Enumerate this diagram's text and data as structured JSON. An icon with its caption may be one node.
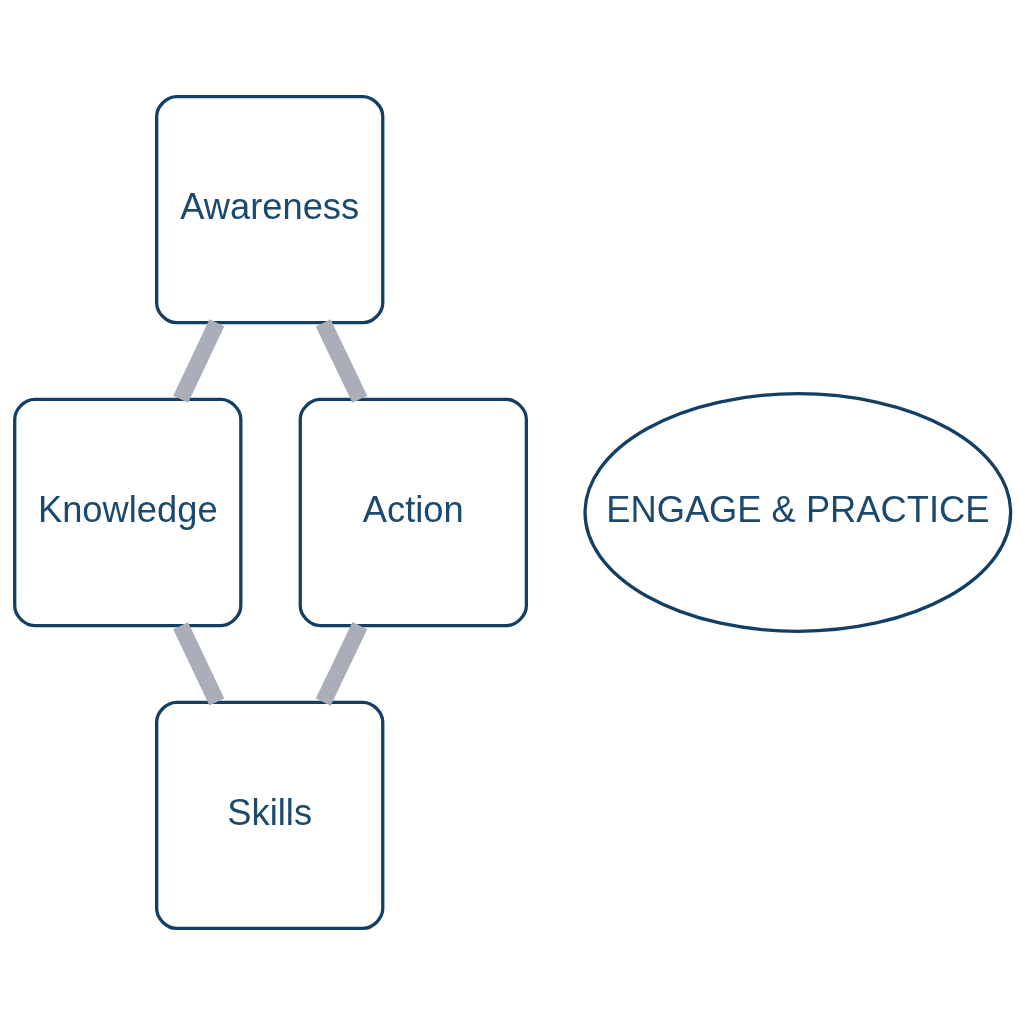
{
  "diagram": {
    "nodes": [
      {
        "text": [
          "Awareness"
        ]
      },
      {
        "text": [
          "Knowledge"
        ]
      },
      {
        "text": [
          "Skills"
        ]
      },
      {
        "text": [
          "Action"
        ]
      },
      {
        "text": [
          "ENGAGE & PRACTICE"
        ]
      }
    ],
    "edges": [
      {
        "from": 0,
        "to": 1,
        "arrow": "none"
      },
      {
        "from": 1,
        "to": 2,
        "arrow": "none"
      },
      {
        "from": 2,
        "to": 3,
        "arrow": "none"
      },
      {
        "from": 3,
        "to": 0,
        "arrow": "none"
      }
    ]
  }
}
